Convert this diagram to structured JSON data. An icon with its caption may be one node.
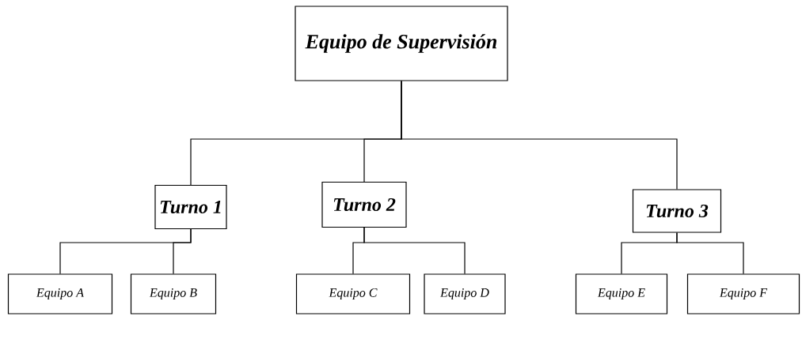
{
  "diagram": {
    "nodes": [
      {
        "text": [
          "Equipo de Supervisión"
        ]
      },
      {
        "text": [
          "Turno 1"
        ]
      },
      {
        "text": [
          "Turno 2"
        ]
      },
      {
        "text": [
          "Turno 3"
        ]
      },
      {
        "text": [
          "Equipo A"
        ]
      },
      {
        "text": [
          "Equipo B"
        ]
      },
      {
        "text": [
          "Equipo C"
        ]
      },
      {
        "text": [
          "Equipo D"
        ]
      },
      {
        "text": [
          "Equipo E"
        ]
      },
      {
        "text": [
          "Equipo F"
        ]
      }
    ],
    "edges": [
      {
        "from": 0,
        "to": 1,
        "arrow": "none"
      },
      {
        "from": 0,
        "to": 2,
        "arrow": "none"
      },
      {
        "from": 0,
        "to": 3,
        "arrow": "none"
      },
      {
        "from": 1,
        "to": 4,
        "arrow": "none"
      },
      {
        "from": 1,
        "to": 5,
        "arrow": "none"
      },
      {
        "from": 2,
        "to": 6,
        "arrow": "none"
      },
      {
        "from": 2,
        "to": 7,
        "arrow": "none"
      },
      {
        "from": 3,
        "to": 8,
        "arrow": "none"
      },
      {
        "from": 3,
        "to": 9,
        "arrow": "none"
      }
    ]
  }
}
